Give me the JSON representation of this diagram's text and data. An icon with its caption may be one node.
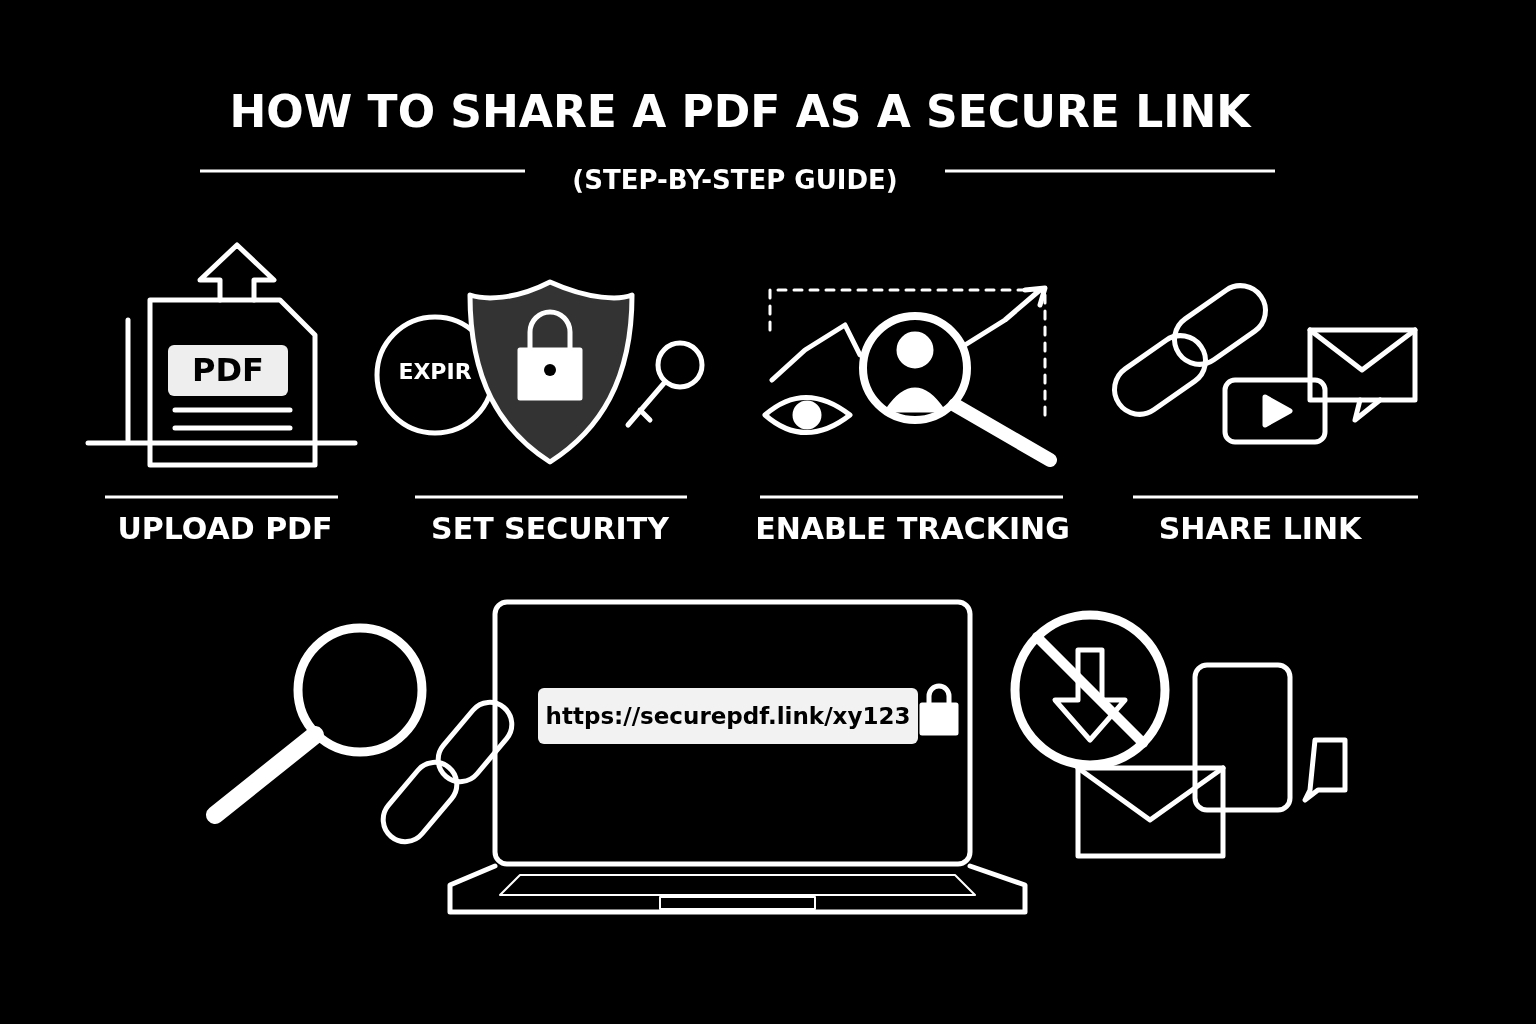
{
  "diagram": {
    "title": "HOW TO SHARE A PDF AS A SECURE LINK",
    "labels": [
      "(STEP-BY-STEP GUIDE)",
      "PDF",
      "EXPIR",
      "UPLOAD PDF",
      "SET SECURITY",
      "ENABLE TRACKING",
      "SHARE LINK",
      "https://securepdf.link/xy123"
    ]
  }
}
